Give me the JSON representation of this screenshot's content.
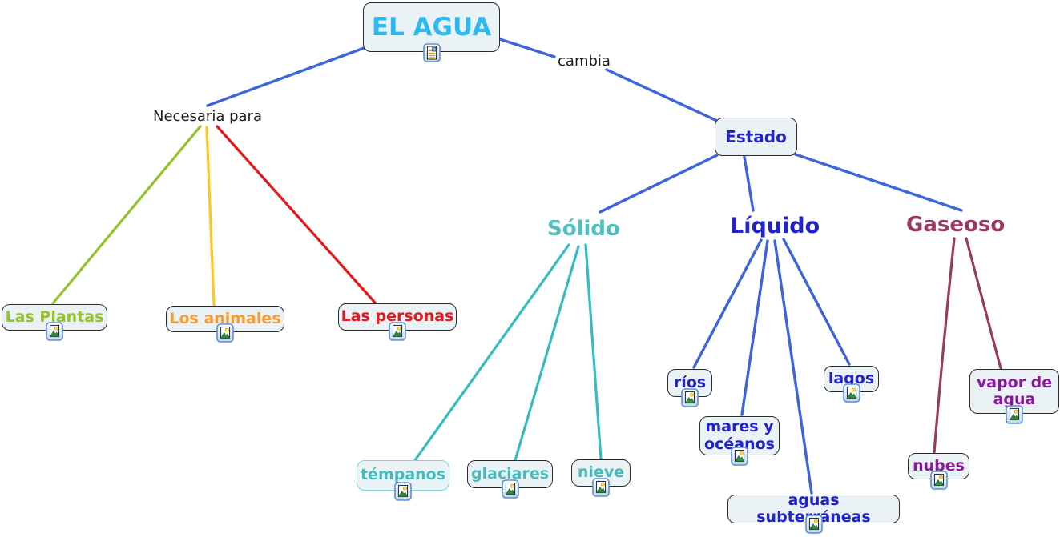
{
  "title": "EL AGUA",
  "nodes": {
    "el_agua": {
      "label": "EL AGUA",
      "color": "#2CB9F2"
    },
    "estado": {
      "label": "Estado",
      "color": "#2222CC"
    },
    "las_plantas": {
      "label": "Las Plantas",
      "color": "#94C426"
    },
    "los_animales": {
      "label": "Los animales",
      "color": "#FB9A2D"
    },
    "las_personas": {
      "label": "Las personas",
      "color": "#E51A1C"
    },
    "tempanos": {
      "label": "témpanos",
      "color": "#45BBBD"
    },
    "glaciares": {
      "label": "glaciares",
      "color": "#45BBBD"
    },
    "nieve": {
      "label": "nieve",
      "color": "#45BBBD"
    },
    "rios": {
      "label": "ríos",
      "color": "#2222CC"
    },
    "lagos": {
      "label": "lagos",
      "color": "#2222CC"
    },
    "mares_y_oceanos": {
      "label": "mares y océanos",
      "color": "#2222CC"
    },
    "aguas_subterraneas": {
      "label": "aguas subterráneas",
      "color": "#2222CC"
    },
    "nubes": {
      "label": "nubes",
      "color": "#8D169C"
    },
    "vapor_de_agua": {
      "label": "vapor de agua",
      "color": "#8D169C"
    }
  },
  "link_labels": {
    "necesaria_para": "Necesaria para",
    "cambia": "cambia"
  },
  "category_labels": {
    "solido": {
      "label": "Sólido",
      "color": "#4CBFC0"
    },
    "liquido": {
      "label": "Líquido",
      "color": "#2222CC"
    },
    "gaseoso": {
      "label": "Gaseoso",
      "color": "#98395F"
    }
  },
  "edges": [
    {
      "from": "EL AGUA",
      "label": "Necesaria para",
      "to": [
        "Las Plantas",
        "Los animales",
        "Las personas"
      ]
    },
    {
      "from": "EL AGUA",
      "label": "cambia",
      "to": [
        "Estado"
      ]
    },
    {
      "from": "Estado",
      "to": [
        "Sólido",
        "Líquido",
        "Gaseoso"
      ]
    },
    {
      "from": "Sólido",
      "to": [
        "témpanos",
        "glaciares",
        "nieve"
      ]
    },
    {
      "from": "Líquido",
      "to": [
        "ríos",
        "mares y océanos",
        "aguas subterráneas",
        "lagos"
      ]
    },
    {
      "from": "Gaseoso",
      "to": [
        "nubes",
        "vapor de agua"
      ]
    }
  ],
  "icons": {
    "root_attachment": "note-with-image-icon",
    "node_attachment": "image-attachment-icon"
  },
  "palette": {
    "node_fill": "#EAF2F6",
    "node_border": "#2B2B2B",
    "tempanos_border": "#7FD4D4",
    "blue_line": "#3C64DC",
    "teal_line": "#35BDBD",
    "green_line": "#92C428",
    "yellow_line": "#FFC61E",
    "red_line": "#E81717",
    "maroon_line": "#9A3A5F"
  }
}
